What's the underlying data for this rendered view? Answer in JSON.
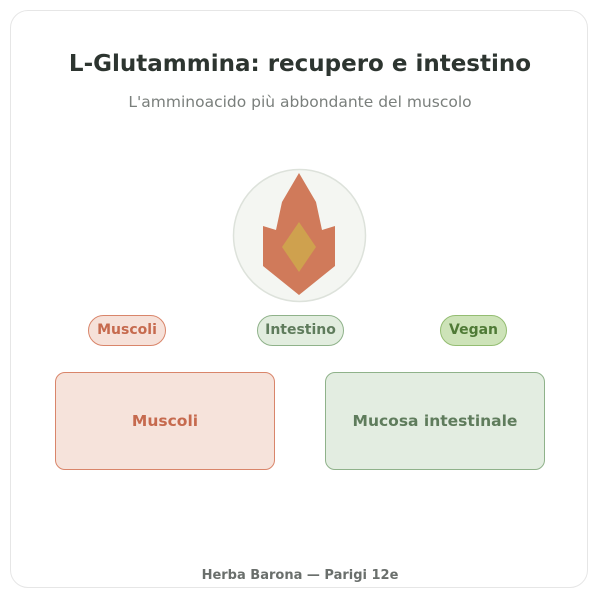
{
  "header": {
    "title": "L-Glutammina: recupero e intestino",
    "subtitle": "L'amminoacido più abbondante del muscolo"
  },
  "emblem": {
    "icon": "flame-crystal-icon",
    "colors": {
      "circle_fill": "#f4f6f2",
      "circle_stroke": "#dde2db",
      "flame": "#d07a5a",
      "crystal": "#cfa14e"
    }
  },
  "tags": [
    {
      "label": "Muscoli",
      "color": "#c66a4e"
    },
    {
      "label": "Intestino",
      "color": "#5f7c5c"
    },
    {
      "label": "Vegan",
      "color": "#4f7a36"
    }
  ],
  "cards": [
    {
      "label": "Muscoli",
      "color": "#c66a4e"
    },
    {
      "label": "Mucosa intestinale",
      "color": "#5f7c5c"
    }
  ],
  "footer": {
    "text": "Herba Barona — Parigi 12e"
  }
}
